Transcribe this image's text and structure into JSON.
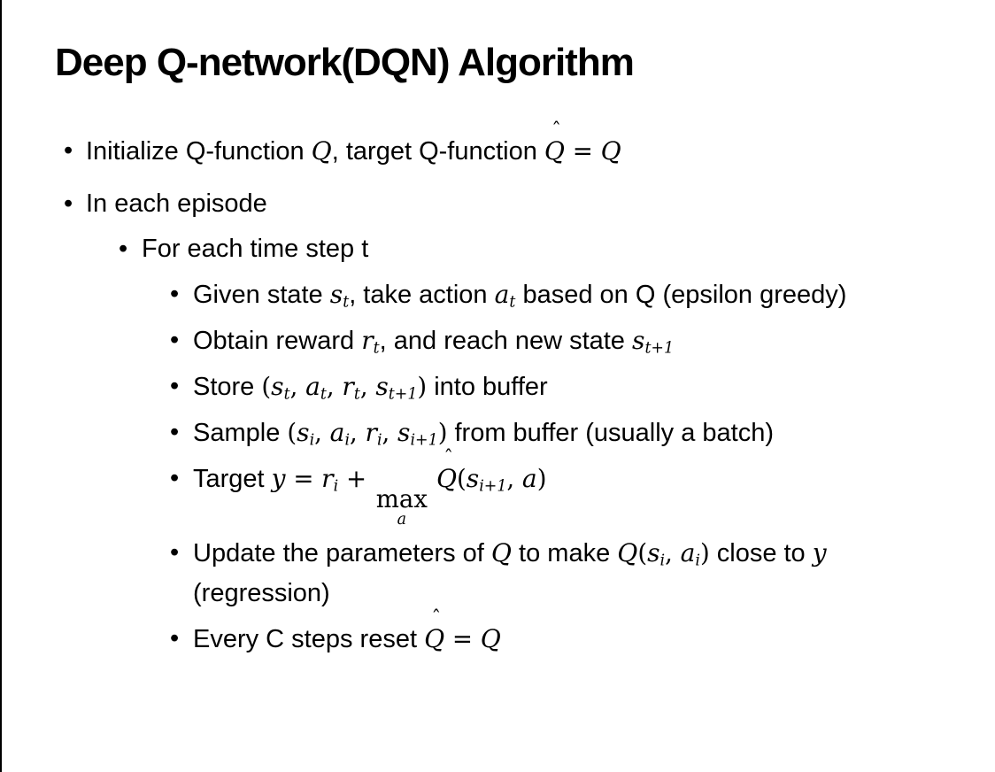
{
  "slide": {
    "title": "Deep Q-network(DQN) Algorithm",
    "bullet_glyph": "•",
    "bullets": [
      {
        "level": 1,
        "segments": [
          {
            "t": "Initialize Q-function "
          },
          {
            "m": "Q"
          },
          {
            "t": ", target Q-function "
          },
          {
            "hat": "Q"
          },
          {
            "d": " = "
          },
          {
            "m": "Q"
          }
        ]
      },
      {
        "level": 1,
        "segments": [
          {
            "t": "In each episode"
          }
        ]
      },
      {
        "level": 2,
        "segments": [
          {
            "t": "For each time step t"
          }
        ]
      },
      {
        "level": 3,
        "segments": [
          {
            "t": "Given state "
          },
          {
            "m": "s",
            "sub": "t"
          },
          {
            "t": ", take action "
          },
          {
            "m": "a",
            "sub": "t"
          },
          {
            "t": " based on Q (epsilon greedy)"
          }
        ]
      },
      {
        "level": 3,
        "segments": [
          {
            "t": "Obtain reward "
          },
          {
            "m": "r",
            "sub": "t"
          },
          {
            "t": ", and reach new state "
          },
          {
            "m": "s",
            "sub": "t+1"
          }
        ]
      },
      {
        "level": 3,
        "segments": [
          {
            "t": "Store "
          },
          {
            "d": "("
          },
          {
            "m": "s",
            "sub": "t"
          },
          {
            "d": ", "
          },
          {
            "m": "a",
            "sub": "t"
          },
          {
            "d": ", "
          },
          {
            "m": "r",
            "sub": "t"
          },
          {
            "d": ", "
          },
          {
            "m": "s",
            "sub": "t+1"
          },
          {
            "d": ")"
          },
          {
            "t": " into buffer"
          }
        ]
      },
      {
        "level": 3,
        "segments": [
          {
            "t": "Sample "
          },
          {
            "d": "("
          },
          {
            "m": "s",
            "sub": "i"
          },
          {
            "d": ", "
          },
          {
            "m": "a",
            "sub": "i"
          },
          {
            "d": ", "
          },
          {
            "m": "r",
            "sub": "i"
          },
          {
            "d": ", "
          },
          {
            "m": "s",
            "sub": "i+1"
          },
          {
            "d": ")"
          },
          {
            "t": " from buffer (usually a batch)"
          }
        ]
      },
      {
        "level": 3,
        "segments": [
          {
            "t": "Target "
          },
          {
            "m": "y"
          },
          {
            "d": " = "
          },
          {
            "m": "r",
            "sub": "i"
          },
          {
            "d": " + "
          },
          {
            "op": "max",
            "under": "a"
          },
          {
            "t": " "
          },
          {
            "hat": "Q"
          },
          {
            "d": "("
          },
          {
            "m": "s",
            "sub": "i+1"
          },
          {
            "d": ", "
          },
          {
            "m": "a"
          },
          {
            "d": ")"
          }
        ]
      },
      {
        "level": 3,
        "segments": [
          {
            "t": "Update the parameters of "
          },
          {
            "m": "Q"
          },
          {
            "t": " to make "
          },
          {
            "m": "Q"
          },
          {
            "d": "("
          },
          {
            "m": "s",
            "sub": "i"
          },
          {
            "d": ", "
          },
          {
            "m": "a",
            "sub": "i"
          },
          {
            "d": ")"
          },
          {
            "t": " close to "
          },
          {
            "m": "y"
          },
          {
            "t": " (regression)"
          }
        ]
      },
      {
        "level": 3,
        "segments": [
          {
            "t": "Every C steps reset "
          },
          {
            "hat": "Q"
          },
          {
            "d": " = "
          },
          {
            "m": "Q"
          }
        ]
      }
    ]
  }
}
